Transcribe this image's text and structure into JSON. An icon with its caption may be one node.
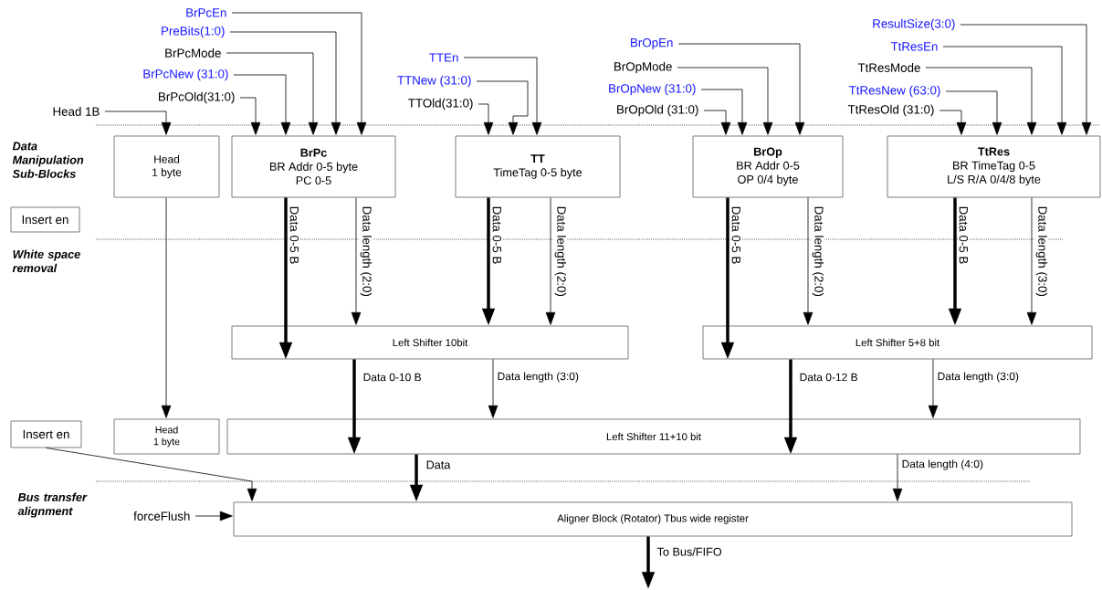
{
  "diagram": {
    "nodes": [
      {
        "text": [
          "Head",
          "1 byte"
        ]
      },
      {
        "text": [
          "BrPc",
          "BR Addr 0-5 byte",
          "PC 0-5"
        ]
      },
      {
        "text": [
          "TT",
          "TimeTag 0-5 byte"
        ]
      },
      {
        "text": [
          "BrOp",
          "BR Addr 0-5",
          "OP 0/4 byte"
        ]
      },
      {
        "text": [
          "TtRes",
          "BR TimeTag 0-5",
          "L/S R/A 0/4/8 byte"
        ]
      },
      {
        "text": [
          "Insert en"
        ]
      },
      {
        "text": [
          "Left Shifter 10bit"
        ]
      },
      {
        "text": [
          "Left Shifter 5+8 bit"
        ]
      },
      {
        "text": [
          "Head",
          "1 byte"
        ]
      },
      {
        "text": [
          "Left Shifter 11+10 bit"
        ]
      },
      {
        "text": [
          "Insert en"
        ]
      },
      {
        "text": [
          "Aligner Block (Rotator) Tbus wide register"
        ]
      },
      {
        "text": [
          "Head 1B"
        ]
      },
      {
        "text": [
          "BrPcEn"
        ]
      },
      {
        "text": [
          "PreBits(1:0)"
        ]
      },
      {
        "text": [
          "BrPcMode"
        ]
      },
      {
        "text": [
          "BrPcNew (31:0)"
        ]
      },
      {
        "text": [
          "BrPcOld(31:0)"
        ]
      },
      {
        "text": [
          "TTEn"
        ]
      },
      {
        "text": [
          "TTNew (31:0)"
        ]
      },
      {
        "text": [
          "TTOld(31:0)"
        ]
      },
      {
        "text": [
          "BrOpEn"
        ]
      },
      {
        "text": [
          "BrOpMode"
        ]
      },
      {
        "text": [
          "BrOpNew (31:0)"
        ]
      },
      {
        "text": [
          "BrOpOld (31:0)"
        ]
      },
      {
        "text": [
          "ResultSize(3:0)"
        ]
      },
      {
        "text": [
          "TtResEn"
        ]
      },
      {
        "text": [
          "TtResMode"
        ]
      },
      {
        "text": [
          "TtResNew (63:0)"
        ]
      },
      {
        "text": [
          "TtResOld (31:0)"
        ]
      },
      {
        "text": [
          "forceFlush"
        ]
      }
    ],
    "edges": [
      {
        "from": 12,
        "to": 0,
        "arrow": "to"
      },
      {
        "from": 13,
        "to": 1,
        "arrow": "to"
      },
      {
        "from": 14,
        "to": 1,
        "arrow": "to"
      },
      {
        "from": 15,
        "to": 1,
        "arrow": "to"
      },
      {
        "from": 16,
        "to": 1,
        "arrow": "to"
      },
      {
        "from": 17,
        "to": 1,
        "arrow": "to"
      },
      {
        "from": 18,
        "to": 2,
        "arrow": "to"
      },
      {
        "from": 19,
        "to": 2,
        "arrow": "to"
      },
      {
        "from": 20,
        "to": 2,
        "arrow": "to"
      },
      {
        "from": 21,
        "to": 3,
        "arrow": "to"
      },
      {
        "from": 22,
        "to": 3,
        "arrow": "to"
      },
      {
        "from": 23,
        "to": 3,
        "arrow": "to"
      },
      {
        "from": 24,
        "to": 3,
        "arrow": "to"
      },
      {
        "from": 25,
        "to": 4,
        "arrow": "to"
      },
      {
        "from": 26,
        "to": 4,
        "arrow": "to"
      },
      {
        "from": 27,
        "to": 4,
        "arrow": "to"
      },
      {
        "from": 28,
        "to": 4,
        "arrow": "to"
      },
      {
        "from": 29,
        "to": 4,
        "arrow": "to"
      },
      {
        "from": 0,
        "to": 8,
        "arrow": "to"
      },
      {
        "from": 1,
        "to": 6,
        "arrow": "to",
        "label": "Data 0-5 B",
        "style": "thick"
      },
      {
        "from": 1,
        "to": 6,
        "arrow": "to",
        "label": "Data length (2:0)"
      },
      {
        "from": 2,
        "to": 6,
        "arrow": "to",
        "label": "Data 0-5 B",
        "style": "thick"
      },
      {
        "from": 2,
        "to": 6,
        "arrow": "to",
        "label": "Data length (2:0)"
      },
      {
        "from": 3,
        "to": 7,
        "arrow": "to",
        "label": "Data 0-5 B",
        "style": "thick"
      },
      {
        "from": 3,
        "to": 7,
        "arrow": "to",
        "label": "Data length (2:0)"
      },
      {
        "from": 4,
        "to": 7,
        "arrow": "to",
        "label": "Data 0-5 B",
        "style": "thick"
      },
      {
        "from": 4,
        "to": 7,
        "arrow": "to",
        "label": "Data length (3:0)"
      },
      {
        "from": 6,
        "to": 9,
        "arrow": "to",
        "label": "Data 0-10 B",
        "style": "thick"
      },
      {
        "from": 6,
        "to": 9,
        "arrow": "to",
        "label": "Data length (3:0)"
      },
      {
        "from": 7,
        "to": 9,
        "arrow": "to",
        "label": "Data 0-12 B",
        "style": "thick"
      },
      {
        "from": 7,
        "to": 9,
        "arrow": "to",
        "label": "Data length (3:0)"
      },
      {
        "from": 9,
        "to": 11,
        "arrow": "to",
        "label": "Data",
        "style": "thick"
      },
      {
        "from": 9,
        "to": 11,
        "arrow": "to",
        "label": "Data length (4:0)"
      },
      {
        "from": 10,
        "to": 11,
        "arrow": "to"
      },
      {
        "from": 30,
        "to": 11,
        "arrow": "to"
      },
      {
        "from": 11,
        "to": null,
        "arrow": "to",
        "label": "To Bus/FIFO",
        "style": "thick"
      }
    ],
    "labels": [
      "Data Manipulation Sub-Blocks",
      "White space removal",
      "Bus transfer alignment"
    ]
  }
}
